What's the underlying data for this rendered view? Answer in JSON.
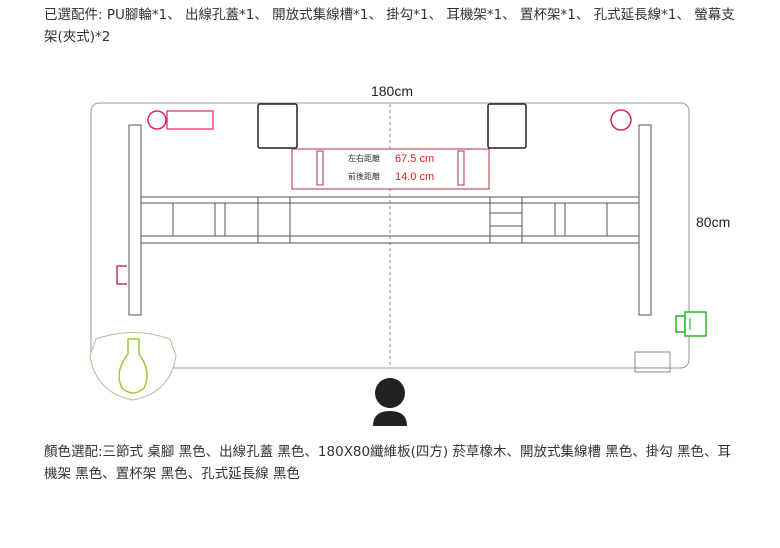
{
  "accessories_text": "已選配件: PU腳輪*1、 出線孔蓋*1、 開放式集線槽*1、 掛勾*1、 耳機架*1、 置杯架*1、 孔式延長線*1、 螢幕支架(夾式)*2",
  "colors_text": "顏色選配:三節式 桌腳 黑色、出線孔蓋 黑色、180X80纖維板(四方) 菸草橡木、開放式集線槽 黑色、掛勾 黑色、耳機架 黑色、置杯架 黑色、孔式延長線 黑色",
  "diagram": {
    "width_label": "180cm",
    "depth_label": "80cm",
    "lr_label": "左右距離",
    "lr_value": "67.5 cm",
    "fb_label": "前後距離",
    "fb_value": "14.0 cm",
    "colors": {
      "outline": "#999999",
      "frame": "#555555",
      "accent_red": "#c0394b",
      "pink": "#e0206a",
      "green": "#22bb22",
      "lime": "#99cc33",
      "dark": "#222222"
    }
  }
}
